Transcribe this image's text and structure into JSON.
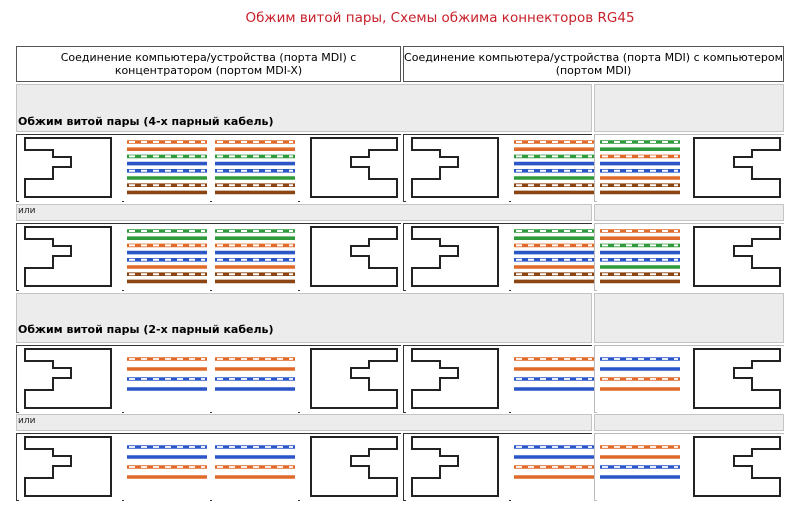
{
  "title": "Обжим витой пары, Схемы обжима коннекторов RG45",
  "headers": {
    "left": "Соединение компьютера/устройства (порта MDI) с концентратором (портом MDI-X)",
    "right": "Соединение компьютера/устройства (порта MDI) с компьютером (портом MDI)"
  },
  "sections": [
    {
      "label": "Обжим витой пары (4-х парный кабель)"
    },
    {
      "label": "Обжим витой пары (2-х парный кабель)"
    }
  ],
  "or_labels": [
    "или",
    "или"
  ],
  "colors": {
    "orange": "#e06a2a",
    "green": "#2f9a3b",
    "blue": "#2a56c8",
    "brown": "#8b4513",
    "border": "#333333",
    "panel": "#ececec"
  },
  "wiring": {
    "four_pair_a": [
      "orange-white",
      "orange",
      "green-white",
      "blue",
      "blue-white",
      "green",
      "brown-white",
      "brown"
    ],
    "four_pair_b": [
      "green-white",
      "green",
      "orange-white",
      "blue",
      "blue-white",
      "orange",
      "brown-white",
      "brown"
    ],
    "two_pair_orange_first": [
      "orange-white",
      "orange",
      "blue-white",
      "blue"
    ],
    "two_pair_blue_first": [
      "blue-white",
      "blue",
      "orange-white",
      "orange"
    ]
  },
  "rows": [
    {
      "left": {
        "left_cable": "four_pair_a",
        "right_cable": "four_pair_a"
      },
      "right": {
        "left_cable": "four_pair_a",
        "right_cable": "four_pair_b"
      }
    },
    {
      "left": {
        "left_cable": "four_pair_b",
        "right_cable": "four_pair_b"
      },
      "right": {
        "left_cable": "four_pair_b",
        "right_cable": "four_pair_a"
      }
    },
    {
      "left": {
        "left_cable": "two_pair_orange_first",
        "right_cable": "two_pair_orange_first"
      },
      "right": {
        "left_cable": "two_pair_orange_first",
        "right_cable": "two_pair_blue_first"
      }
    },
    {
      "left": {
        "left_cable": "two_pair_blue_first",
        "right_cable": "two_pair_blue_first"
      },
      "right": {
        "left_cable": "two_pair_blue_first",
        "right_cable": "two_pair_orange_first"
      }
    }
  ]
}
